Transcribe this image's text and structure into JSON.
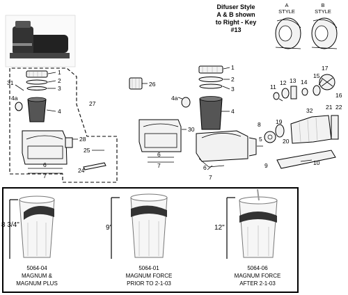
{
  "header": {
    "lines": [
      "Difuser Style",
      "A & B shown",
      "to Right - Key",
      "#13"
    ],
    "style_a_letter": "A",
    "style_a_word": "STYLE",
    "style_b_letter": "B",
    "style_b_word": "STYLE"
  },
  "left_callouts": [
    "1",
    "2",
    "3",
    "31",
    "4a",
    "4",
    "27",
    "28",
    "25",
    "24",
    "6",
    "7"
  ],
  "mid_callouts": [
    "26",
    "30",
    "6",
    "7"
  ],
  "center_callouts": [
    "1",
    "2",
    "3",
    "4a",
    "4",
    "5",
    "6",
    "7",
    "8",
    "9",
    "10",
    "11",
    "12",
    "13",
    "14",
    "15",
    "16",
    "17",
    "19",
    "20",
    "21",
    "22",
    "32"
  ],
  "baskets": [
    {
      "height": "8 3/4\"",
      "part": "5064-04",
      "line1": "MAGNUM &",
      "line2": "MAGNUM PLUS"
    },
    {
      "height": "9\"",
      "part": "5064-01",
      "line1": "MAGNUM FORCE",
      "line2": "PRIOR TO 2-1-03"
    },
    {
      "height": "12\"",
      "part": "5064-06",
      "line1": "MAGNUM FORCE",
      "line2": "AFTER 2-1-03"
    }
  ]
}
